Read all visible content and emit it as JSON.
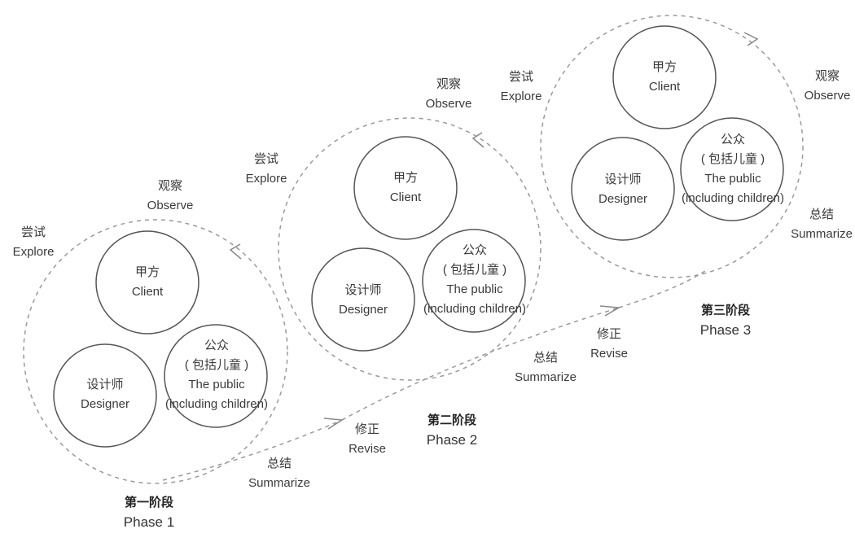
{
  "roles": {
    "client": {
      "zh": "甲方",
      "en": "Client"
    },
    "designer": {
      "zh": "设计师",
      "en": "Designer"
    },
    "public": {
      "zh": "公众",
      "zh2": "( 包括儿童 )",
      "en": "The public",
      "en2": "(including children)"
    }
  },
  "steps": {
    "explore": {
      "zh": "尝试",
      "en": "Explore"
    },
    "observe": {
      "zh": "观察",
      "en": "Observe"
    },
    "summarize": {
      "zh": "总结",
      "en": "Summarize"
    },
    "revise": {
      "zh": "修正",
      "en": "Revise"
    }
  },
  "phases": [
    {
      "zh": "第一阶段",
      "en": "Phase 1"
    },
    {
      "zh": "第二阶段",
      "en": "Phase 2"
    },
    {
      "zh": "第三阶段",
      "en": "Phase 3"
    }
  ],
  "colors": {
    "stroke": "#555555",
    "dash": "#9a9a9a",
    "text": "#333333"
  }
}
